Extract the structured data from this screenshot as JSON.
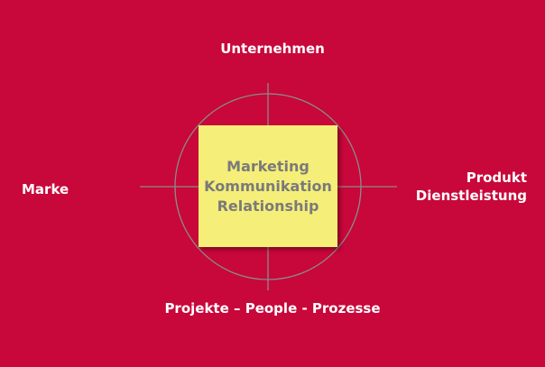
{
  "colors": {
    "background": "#c8073a",
    "note": "#f5ee79",
    "note_text": "#7a7a7a",
    "lines": "#8a8a8a",
    "label_text": "#ffffff"
  },
  "labels": {
    "top": "Unternehmen",
    "left": "Marke",
    "right_line1": "Produkt",
    "right_line2": "Dienstleistung",
    "bottom": "Projekte – People - Prozesse"
  },
  "center": {
    "line1": "Marketing",
    "line2": "Kommunikation",
    "line3": "Relationship"
  }
}
